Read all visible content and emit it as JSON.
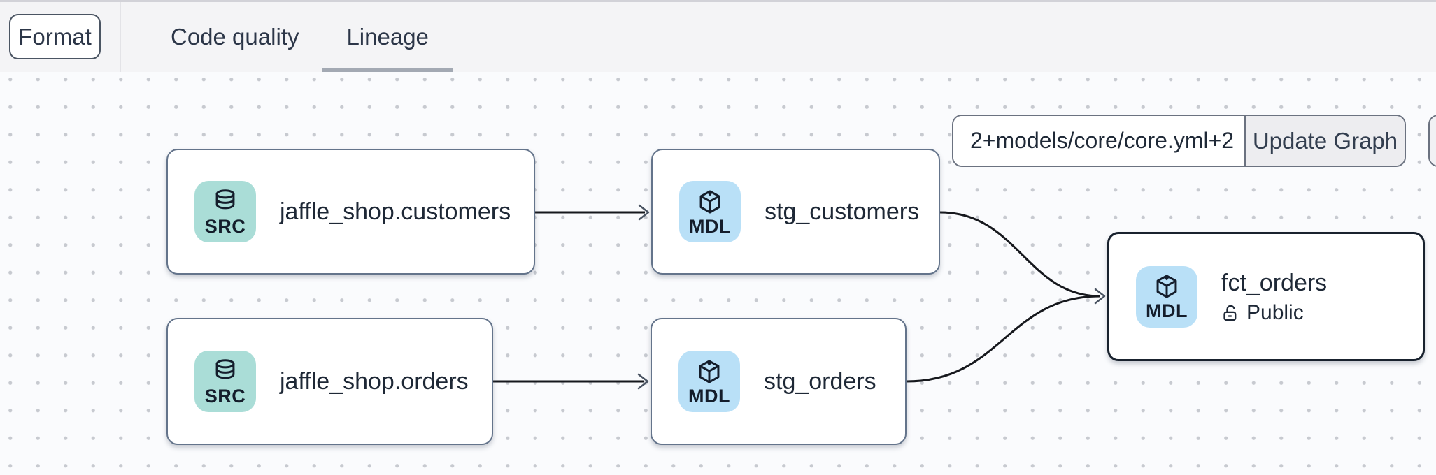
{
  "header": {
    "format_button": "Format",
    "tabs": [
      {
        "label": "Code quality",
        "active": false
      },
      {
        "label": "Lineage",
        "active": true
      }
    ]
  },
  "lineage_controls": {
    "selector_input_value": "2+models/core/core.yml+2",
    "update_graph_button": "Update Graph"
  },
  "graph": {
    "nodes": [
      {
        "title": "jaffle_shop.customers",
        "badge": "SRC",
        "kind": "source"
      },
      {
        "title": "stg_customers",
        "badge": "MDL",
        "kind": "model"
      },
      {
        "title": "jaffle_shop.orders",
        "badge": "SRC",
        "kind": "source"
      },
      {
        "title": "stg_orders",
        "badge": "MDL",
        "kind": "model"
      },
      {
        "title": "fct_orders",
        "badge": "MDL",
        "kind": "model",
        "access": "Public",
        "selected": true
      }
    ],
    "edges": [
      {
        "from": "jaffle_shop.customers",
        "to": "stg_customers"
      },
      {
        "from": "jaffle_shop.orders",
        "to": "stg_orders"
      },
      {
        "from": "stg_customers",
        "to": "fct_orders"
      },
      {
        "from": "stg_orders",
        "to": "fct_orders"
      }
    ]
  },
  "colors": {
    "source_badge_bg": "#aaddd7",
    "model_badge_bg": "#b9e0f7",
    "node_border": "#64748b",
    "selected_node_border": "#19222e",
    "tab_underline": "#a3a9b3",
    "edge_stroke": "#16181d"
  }
}
